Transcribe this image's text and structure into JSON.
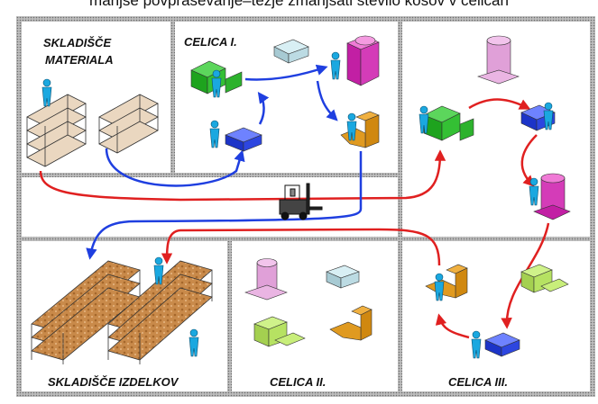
{
  "caption": "manjše povpraševanje–težje zmanjšati število kosov v celicah",
  "labels": {
    "warehouse_materials_1": "SKLADIŠČE",
    "warehouse_materials_2": "MATERIALA",
    "cell_1": "CELICA I.",
    "cell_2": "CELICA II.",
    "cell_3": "CELICA III.",
    "warehouse_products": "SKLADIŠČE IZDELKOV"
  },
  "colors": {
    "flow_red": "#e02020",
    "flow_blue": "#1f3fe0",
    "border": "#8a8a8a",
    "worker": "#1aa8e0"
  }
}
